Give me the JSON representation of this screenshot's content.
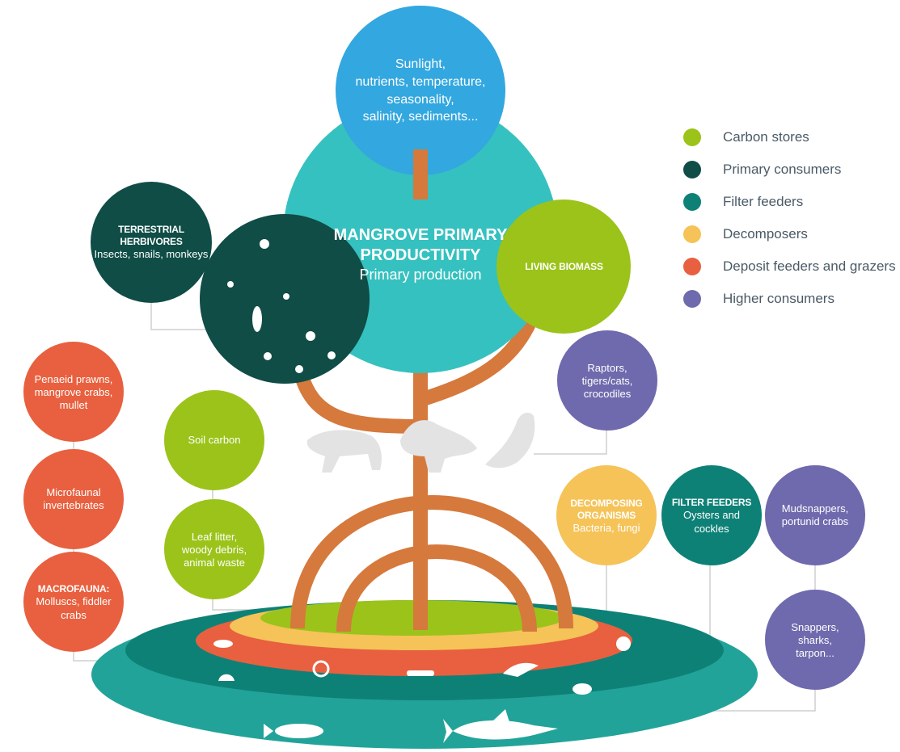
{
  "colors": {
    "carbon": "#9bc31a",
    "primary_consumer": "#0f4d46",
    "filter": "#0e8177",
    "decomposer": "#f5c358",
    "deposit": "#e8603f",
    "higher": "#6f6aad",
    "teal": "#35c1bf",
    "blue": "#33a7df",
    "trunk": "#d6793c",
    "outer_ring": "#22a39a",
    "silhouette": "#e3e3e3"
  },
  "top_circle": {
    "lines": [
      "Sunlight,",
      "nutrients, temperature,",
      "seasonality,",
      "salinity, sediments..."
    ]
  },
  "center_circle": {
    "title_lines": [
      "MANGROVE PRIMARY",
      "PRODUCTIVITY"
    ],
    "subtitle": "Primary production"
  },
  "living_biomass": {
    "title": "LIVING BIOMASS"
  },
  "terrestrial": {
    "title_lines": [
      "TERRESTRIAL",
      "HERBIVORES"
    ],
    "subtitle": "Insects, snails, monkeys"
  },
  "raptors": {
    "lines": [
      "Raptors,",
      "tigers/cats,",
      "crocodiles"
    ]
  },
  "penaeid": {
    "lines": [
      "Penaeid prawns,",
      "mangrove crabs,",
      "mullet"
    ]
  },
  "microfaunal": {
    "lines": [
      "Microfaunal",
      "invertebrates"
    ]
  },
  "macrofauna": {
    "title": "MACROFAUNA:",
    "lines": [
      "Molluscs, fiddler",
      "crabs"
    ]
  },
  "soil_carbon": {
    "lines": [
      "Soil carbon"
    ]
  },
  "leaf_litter": {
    "lines": [
      "Leaf litter,",
      "woody debris,",
      "animal waste"
    ]
  },
  "decomposing": {
    "title_lines": [
      "DECOMPOSING",
      "ORGANISMS"
    ],
    "subtitle": "Bacteria, fungi"
  },
  "filter_feeders": {
    "title": "FILTER FEEDERS",
    "lines": [
      "Oysters and",
      "cockles"
    ]
  },
  "mudsnappers": {
    "lines": [
      "Mudsnappers,",
      "portunid crabs"
    ]
  },
  "snappers": {
    "lines": [
      "Snappers,",
      "sharks,",
      "tarpon..."
    ]
  },
  "legend": {
    "items": [
      {
        "label": "Carbon stores",
        "color": "#9bc31a"
      },
      {
        "label": "Primary consumers",
        "color": "#0f4d46"
      },
      {
        "label": "Filter feeders",
        "color": "#0e8177"
      },
      {
        "label": "Decomposers",
        "color": "#f5c358"
      },
      {
        "label": "Deposit feeders and grazers",
        "color": "#e8603f"
      },
      {
        "label": "Higher consumers",
        "color": "#6f6aad"
      }
    ]
  }
}
